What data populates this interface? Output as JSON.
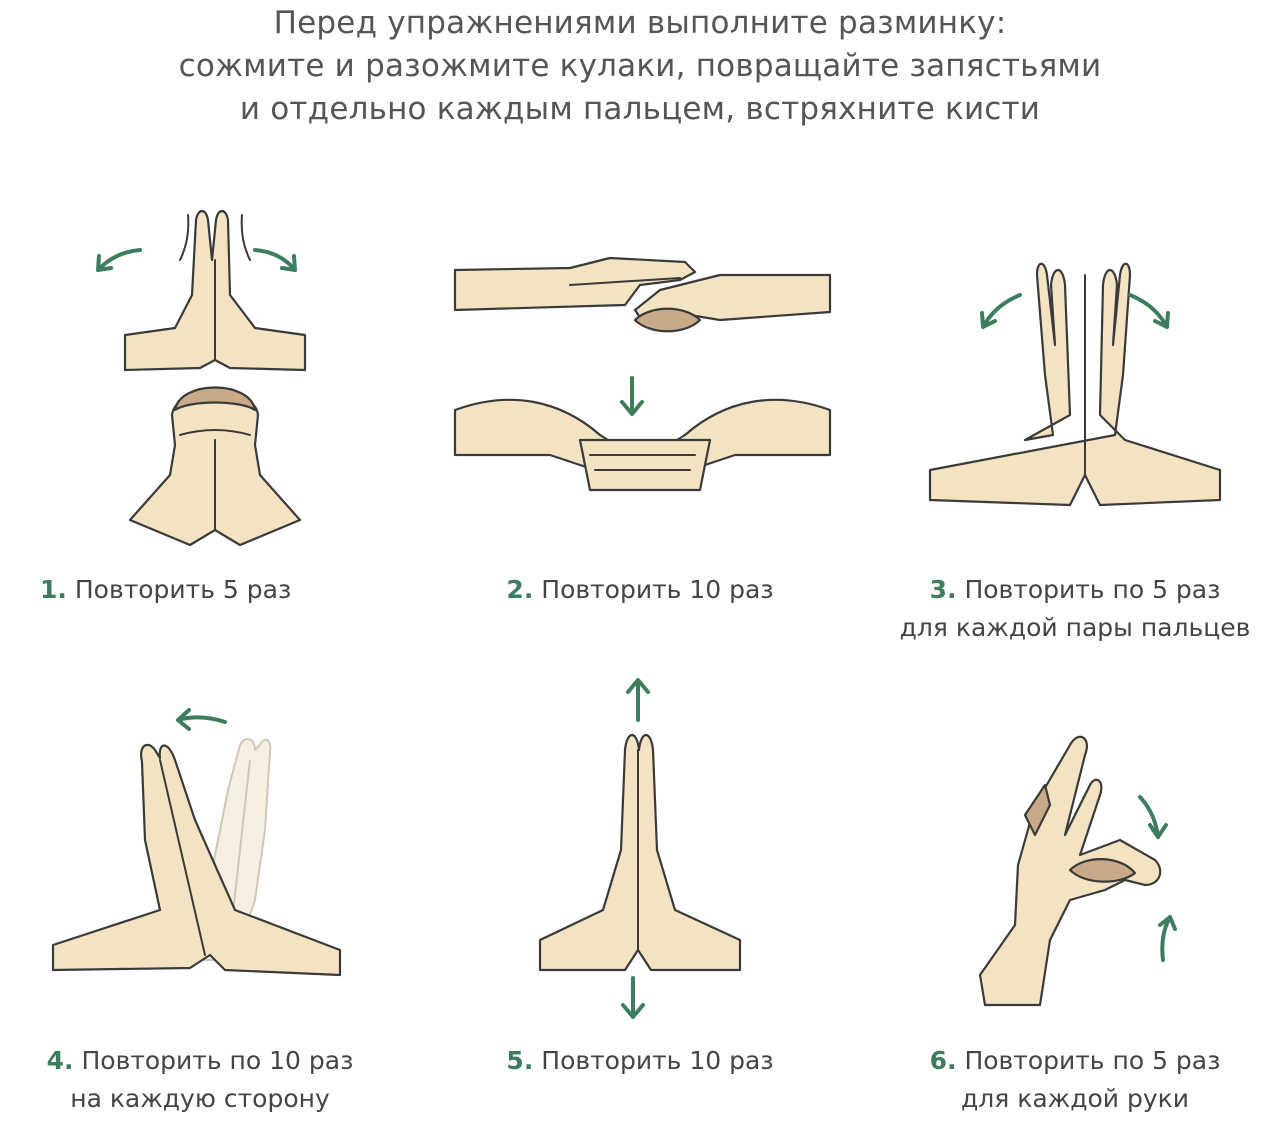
{
  "header": {
    "lines": [
      "Перед упражнениями выполните разминку:",
      "сожмите и разожмите кулаки, повращайте запястьями",
      "и отдельно каждым пальцем, встряхните кисти"
    ]
  },
  "exercises": [
    {
      "num": "1.",
      "text": "Повторить 5 раз"
    },
    {
      "num": "2.",
      "text": "Повторить 10 раз"
    },
    {
      "num": "3.",
      "text": "Повторить по 5 раз",
      "text2": "для каждой пары пальцев"
    },
    {
      "num": "4.",
      "text": "Повторить по 10 раз",
      "text2": "на каждую сторону"
    },
    {
      "num": "5.",
      "text": "Повторить 10 раз"
    },
    {
      "num": "6.",
      "text": "Повторить по 5 раз",
      "text2": "для каждой руки"
    }
  ],
  "colors": {
    "accent": "#3d7d5e",
    "skin": "#f3e3c3",
    "skin_shadow": "#c9aa88",
    "text": "#444444"
  },
  "icons": [
    "curved-arrow-icon",
    "straight-arrow-icon",
    "hand-illustration"
  ]
}
